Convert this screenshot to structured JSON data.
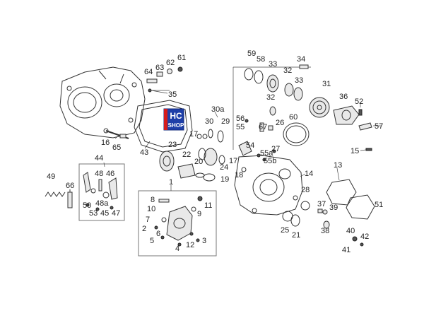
{
  "logo": {
    "line1": "HC",
    "line2": "SHOP",
    "brand_color": "#1e3fa8",
    "accent_color": "#d51b1b"
  },
  "callouts": [
    {
      "text": "59"
    },
    {
      "text": "58"
    },
    {
      "text": "33"
    },
    {
      "text": "34"
    },
    {
      "text": "32"
    },
    {
      "text": "33"
    },
    {
      "text": "31"
    },
    {
      "text": "36"
    },
    {
      "text": "52"
    },
    {
      "text": "57"
    },
    {
      "text": "32"
    },
    {
      "text": "60"
    },
    {
      "text": "26"
    },
    {
      "text": "56"
    },
    {
      "text": "55"
    },
    {
      "text": "67"
    },
    {
      "text": "27"
    },
    {
      "text": "54"
    },
    {
      "text": "55a"
    },
    {
      "text": "55b"
    },
    {
      "text": "30a"
    },
    {
      "text": "30"
    },
    {
      "text": "29"
    },
    {
      "text": "17"
    },
    {
      "text": "23"
    },
    {
      "text": "22"
    },
    {
      "text": "20"
    },
    {
      "text": "24"
    },
    {
      "text": "17"
    },
    {
      "text": "19"
    },
    {
      "text": "18"
    },
    {
      "text": "14"
    },
    {
      "text": "13"
    },
    {
      "text": "15"
    },
    {
      "text": "28"
    },
    {
      "text": "37"
    },
    {
      "text": "39"
    },
    {
      "text": "51"
    },
    {
      "text": "38"
    },
    {
      "text": "25"
    },
    {
      "text": "21"
    },
    {
      "text": "40"
    },
    {
      "text": "42"
    },
    {
      "text": "41"
    },
    {
      "text": "61"
    },
    {
      "text": "62"
    },
    {
      "text": "63"
    },
    {
      "text": "64"
    },
    {
      "text": "35"
    },
    {
      "text": "43"
    },
    {
      "text": "16"
    },
    {
      "text": "65"
    },
    {
      "text": "44"
    },
    {
      "text": "49"
    },
    {
      "text": "66"
    },
    {
      "text": "48"
    },
    {
      "text": "46"
    },
    {
      "text": "48a"
    },
    {
      "text": "50"
    },
    {
      "text": "53"
    },
    {
      "text": "45"
    },
    {
      "text": "47"
    },
    {
      "text": "1"
    },
    {
      "text": "8"
    },
    {
      "text": "10"
    },
    {
      "text": "11"
    },
    {
      "text": "9"
    },
    {
      "text": "7"
    },
    {
      "text": "2"
    },
    {
      "text": "6"
    },
    {
      "text": "5"
    },
    {
      "text": "4"
    },
    {
      "text": "12"
    },
    {
      "text": "3"
    }
  ]
}
